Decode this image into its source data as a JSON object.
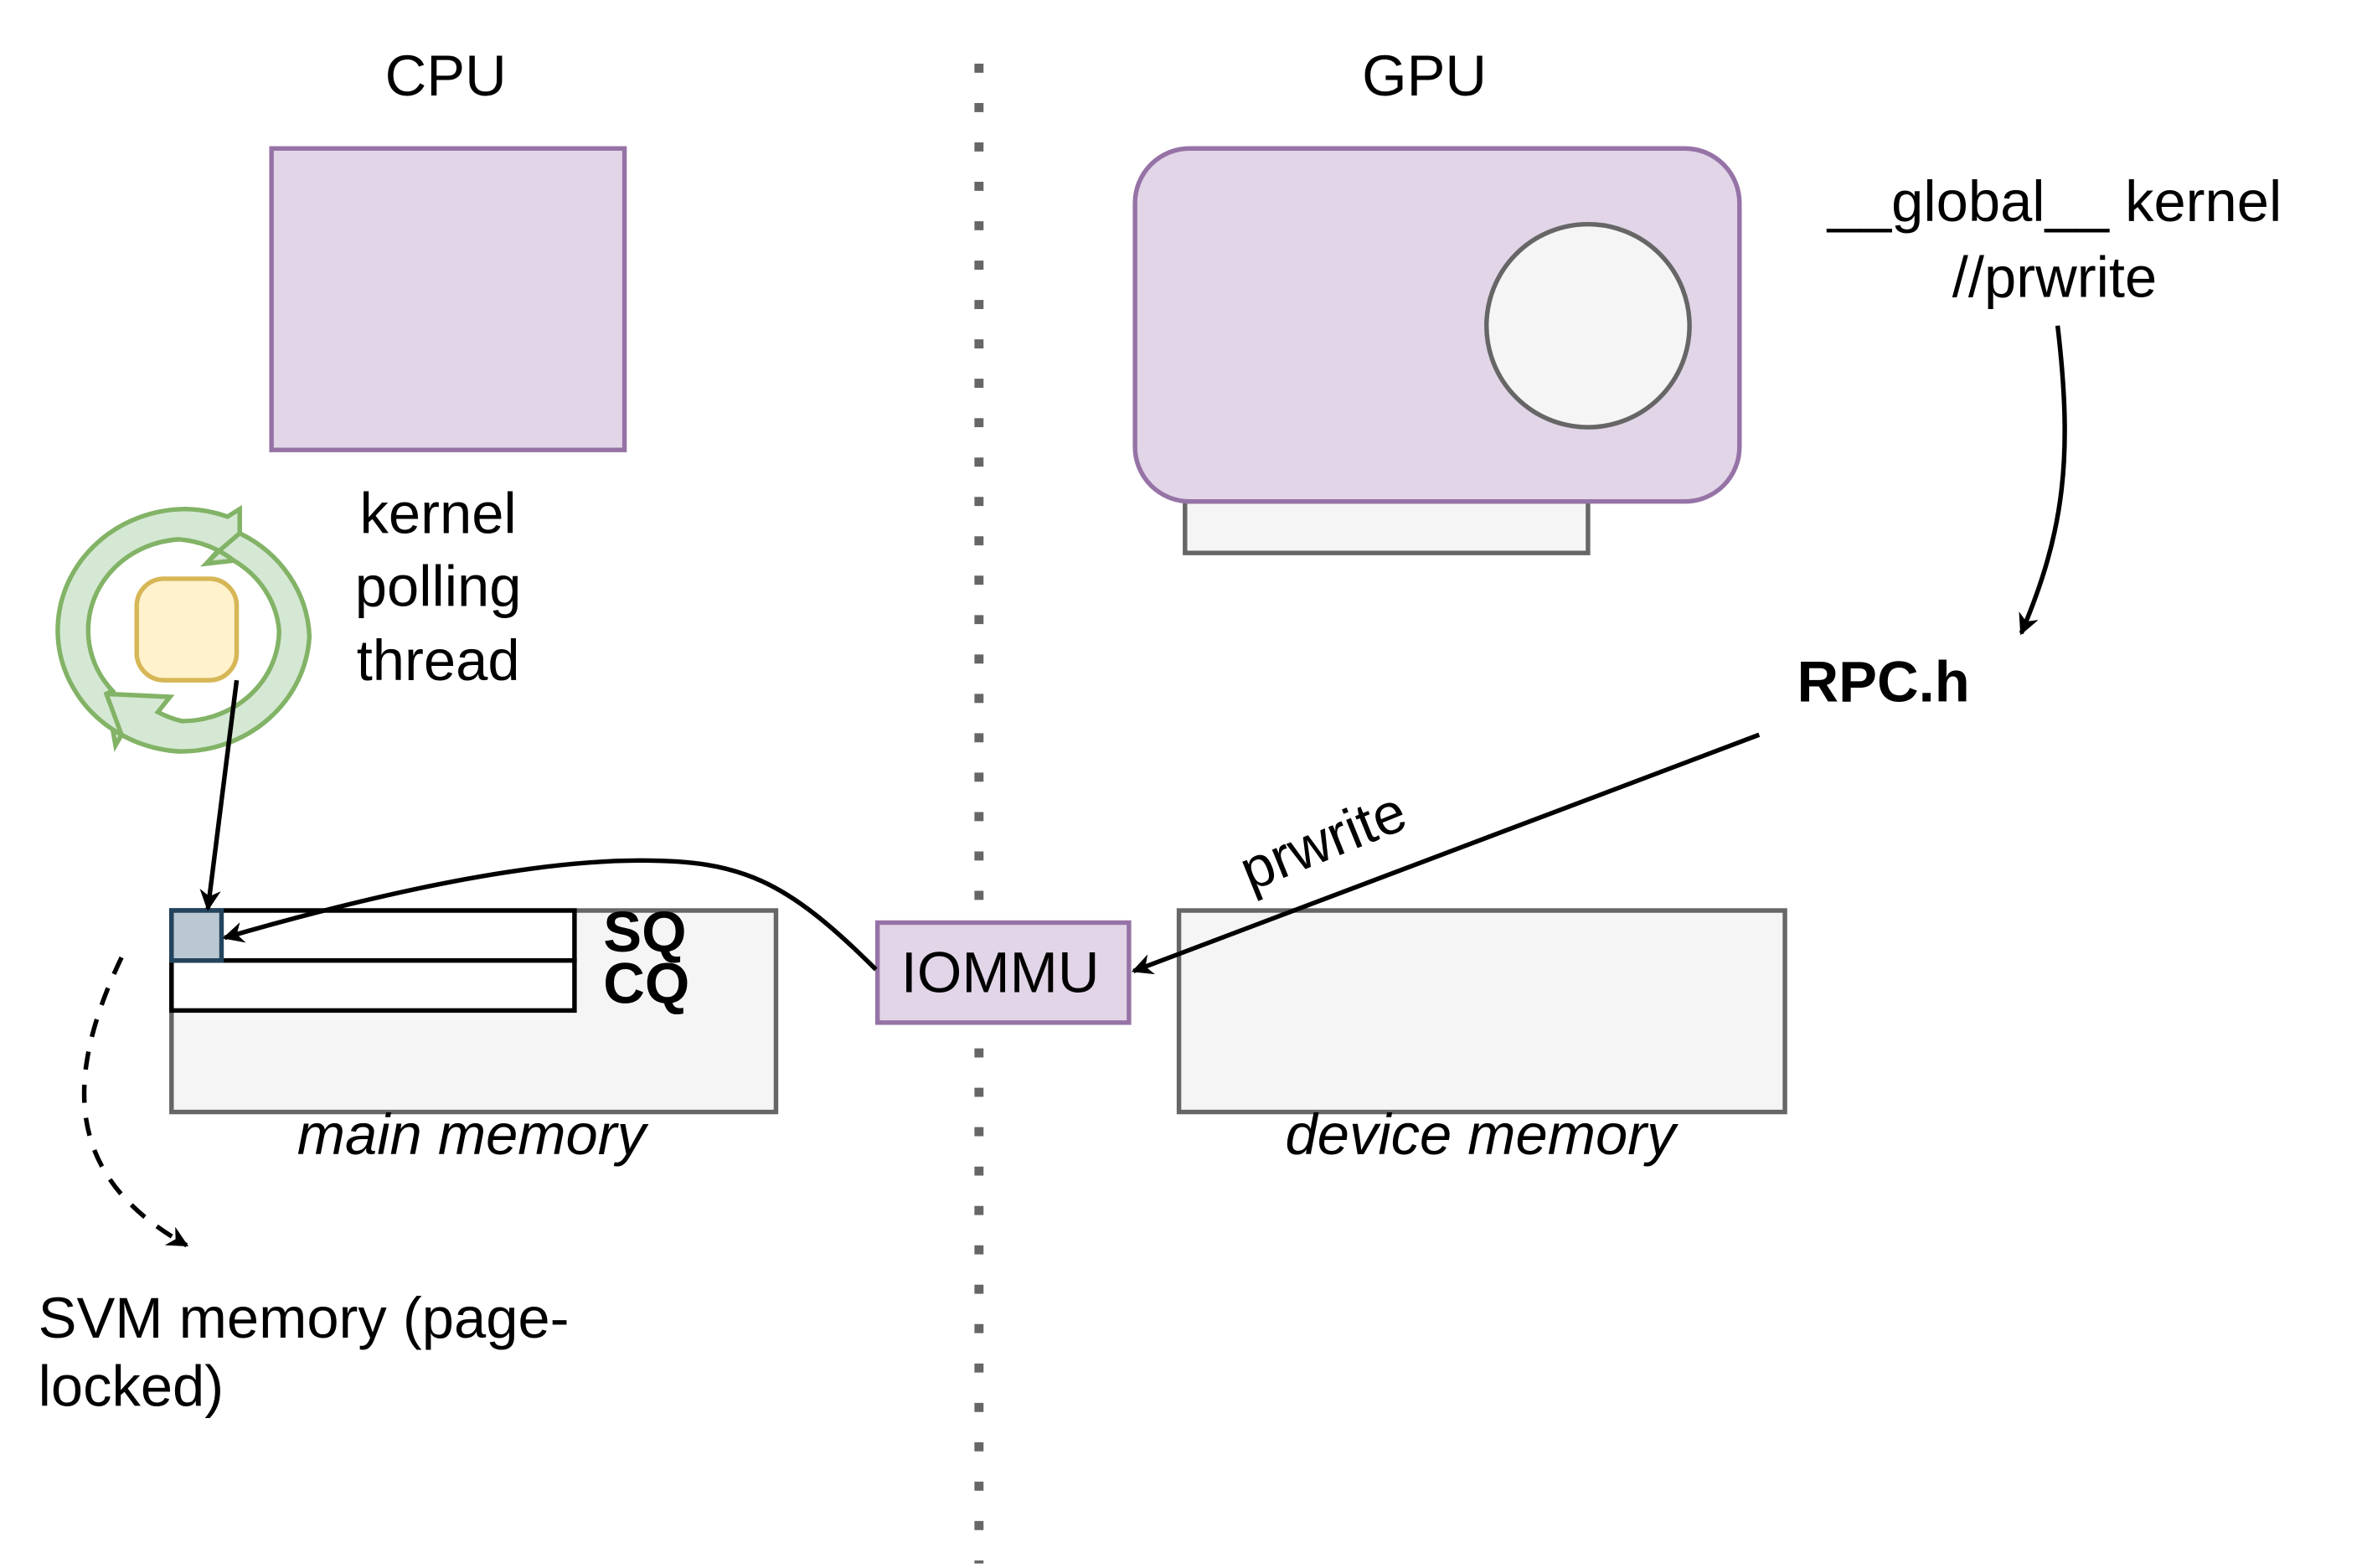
{
  "cpu": {
    "title": "CPU",
    "polling_label": [
      "kernel",
      "polling",
      "thread"
    ]
  },
  "gpu": {
    "title": "GPU",
    "kernel_label": [
      "__global__ kernel",
      "//prwrite"
    ],
    "rpc_label": "RPC.h"
  },
  "memory": {
    "main_label": "main memory",
    "device_label": "device memory",
    "sq_label": "SQ",
    "cq_label": "CQ",
    "svm_label": [
      "SVM memory (page-",
      "locked)"
    ]
  },
  "iommu": {
    "label": "IOMMU"
  },
  "edges": {
    "prwrite_label": "prwrite"
  },
  "colors": {
    "purple_fill": "#e1d5e7",
    "purple_stroke": "#9673a6",
    "gray_fill": "#f5f5f5",
    "gray_stroke": "#666666",
    "green_fill": "#d5e8d4",
    "green_stroke": "#82b366",
    "yellow_fill": "#fff2cc",
    "yellow_stroke": "#d6b656",
    "blue_fill": "#bac8d3",
    "blue_stroke": "#23445d",
    "divider": "#666666"
  }
}
